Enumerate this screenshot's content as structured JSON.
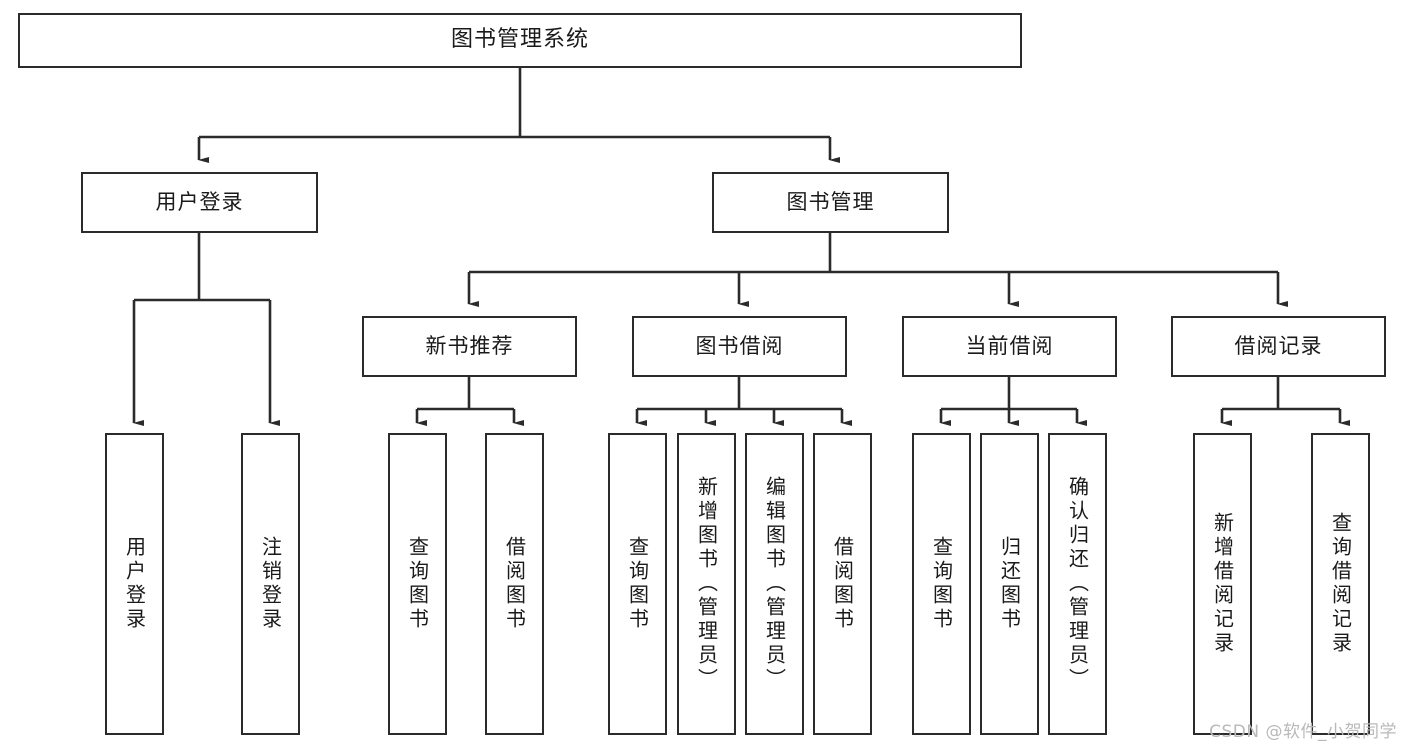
{
  "diagram": {
    "title": "图书管理系统",
    "watermark": "CSDN @软件_小贺同学",
    "colors": {
      "box_border": "#2b2b2b",
      "box_fill": "#ffffff",
      "line": "#2b2b2b",
      "text": "#1a1a1a",
      "watermark": "#b9b9b9"
    },
    "root": {
      "label": "图书管理系统"
    },
    "level1": [
      {
        "label": "用户登录"
      },
      {
        "label": "图书管理"
      }
    ],
    "level2": [
      {
        "label": "新书推荐"
      },
      {
        "label": "图书借阅"
      },
      {
        "label": "当前借阅"
      },
      {
        "label": "借阅记录"
      }
    ],
    "leaves": {
      "user_login": [
        {
          "label": "用户登录"
        },
        {
          "label": "注销登录"
        }
      ],
      "new_book": [
        {
          "label": "查询图书"
        },
        {
          "label": "借阅图书"
        }
      ],
      "book_borrow": [
        {
          "label": "查询图书"
        },
        {
          "label": "新增图书（管理员）"
        },
        {
          "label": "编辑图书（管理员）"
        },
        {
          "label": "借阅图书"
        }
      ],
      "current_borrow": [
        {
          "label": "查询图书"
        },
        {
          "label": "归还图书"
        },
        {
          "label": "确认归还（管理员）"
        }
      ],
      "borrow_record": [
        {
          "label": "新增借阅记录"
        },
        {
          "label": "查询借阅记录"
        }
      ]
    }
  }
}
